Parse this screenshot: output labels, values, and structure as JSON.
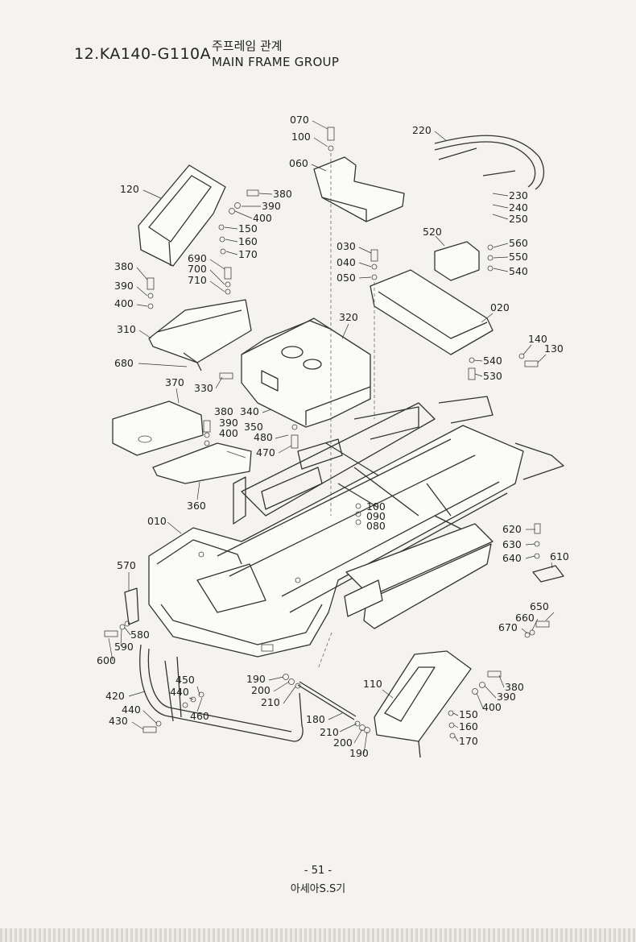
{
  "header": {
    "code": "12.KA140-G110A",
    "title_ko": "주프레임 관계",
    "title_en": "MAIN FRAME GROUP"
  },
  "footer": {
    "page": "- 51 -",
    "mark": "아세아S.S기"
  },
  "callouts": [
    "070",
    "100",
    "060",
    "220",
    "120",
    "380",
    "390",
    "400",
    "150",
    "160",
    "170",
    "230",
    "240",
    "250",
    "520",
    "560",
    "550",
    "540",
    "030",
    "040",
    "050",
    "690",
    "700",
    "710",
    "380",
    "390",
    "400",
    "310",
    "320",
    "020",
    "140",
    "130",
    "680",
    "540",
    "530",
    "370",
    "330",
    "380",
    "340",
    "390",
    "350",
    "400",
    "480",
    "470",
    "360",
    "100",
    "090",
    "080",
    "010",
    "620",
    "630",
    "640",
    "610",
    "570",
    "650",
    "660",
    "670",
    "580",
    "590",
    "600",
    "450",
    "440",
    "420",
    "440",
    "430",
    "460",
    "190",
    "200",
    "210",
    "110",
    "380",
    "390",
    "400",
    "150",
    "160",
    "170",
    "180",
    "210",
    "200",
    "190"
  ]
}
